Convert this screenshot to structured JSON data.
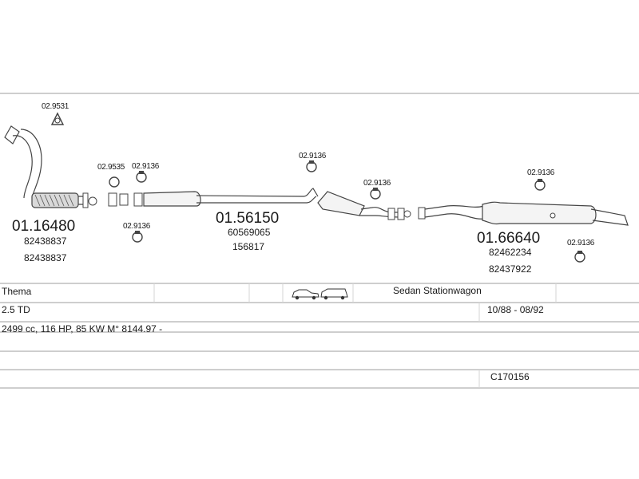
{
  "parts": {
    "front_pipe": {
      "number": "01.16480",
      "oe1": "82438837",
      "oe2": "82438837"
    },
    "center_silencer": {
      "number": "01.56150",
      "oe1": "60569065",
      "oe2": "156817"
    },
    "rear_silencer": {
      "number": "01.66640",
      "oe1": "82462234",
      "oe2": "82437922"
    }
  },
  "fittings": {
    "gasket_top": "02.9531",
    "gasket_a": "02.9535",
    "clamp_a": "02.9136",
    "clamp_b": "02.9136",
    "clamp_c": "02.9136",
    "clamp_d": "02.9136",
    "clamp_e": "02.9136",
    "clamp_f": "02.9136"
  },
  "table": {
    "model": "Thema",
    "body_types": "Sedan Stationwagon",
    "engine": "2.5 TD",
    "years": "10/88 - 08/92",
    "spec": "2499 cc, 116 HP, 85 KW M° 8144.97 -",
    "code": "C170156"
  },
  "icons": [
    "sedan-car-icon",
    "stationwagon-car-icon"
  ]
}
